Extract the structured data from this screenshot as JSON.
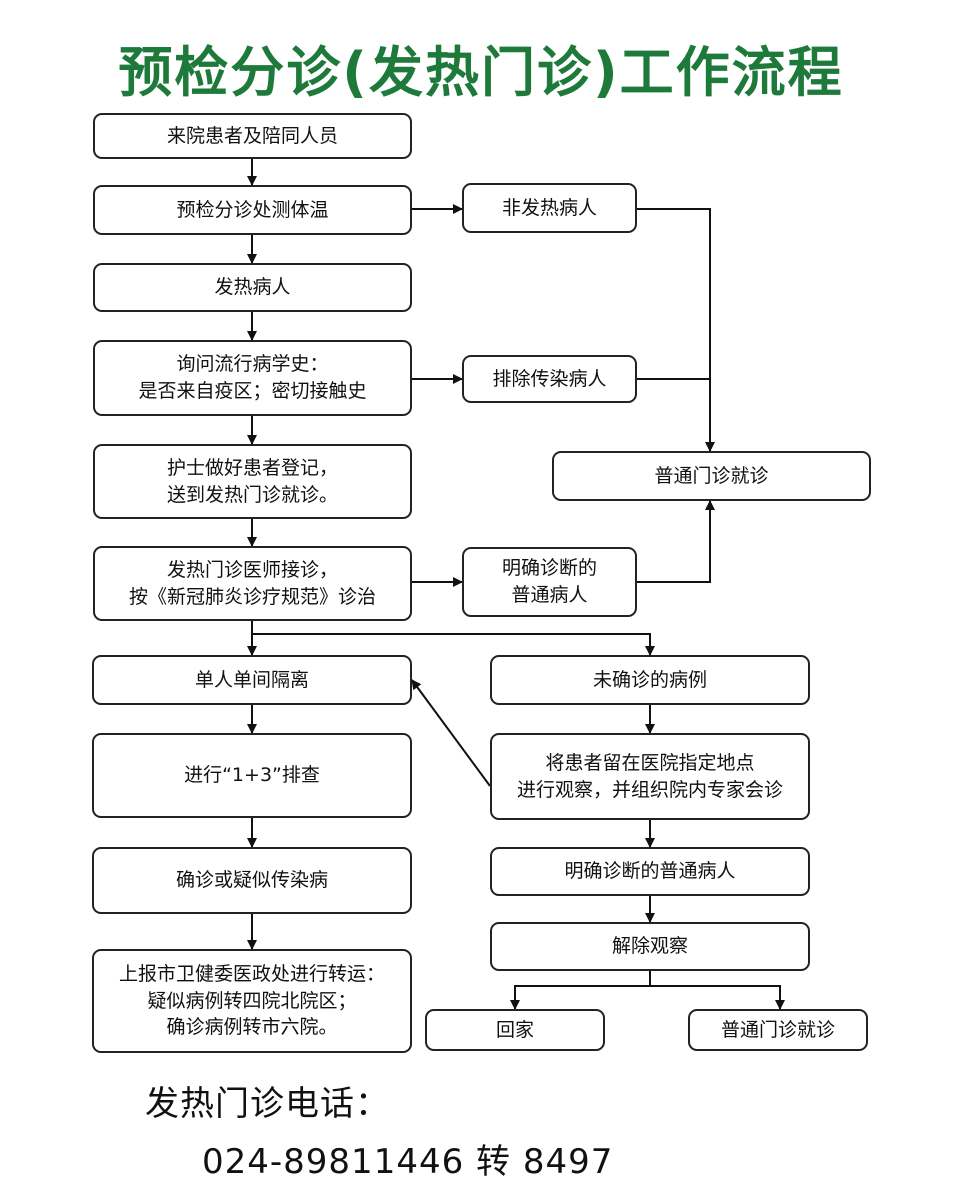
{
  "title": "预检分诊(发热门诊)工作流程",
  "nodes": {
    "arrive": "来院患者及陪同人员",
    "triage_temp": "预检分诊处测体温",
    "non_fever": "非发热病人",
    "fever": "发热病人",
    "epi_history": "询问流行病学史：\n是否来自疫区；密切接触史",
    "exclude_infectious": "排除传染病人",
    "general_clinic_1": "普通门诊就诊",
    "nurse_register": "护士做好患者登记，\n送到发热门诊就诊。",
    "doctor_diagnose": "发热门诊医师接诊，\n按《新冠肺炎诊疗规范》诊治",
    "confirmed_common": "明确诊断的\n普通病人",
    "single_isolation": "单人单间隔离",
    "unconfirmed": "未确诊的病例",
    "screening": "进行“1+3”排查",
    "observe_consult": "将患者留在医院指定地点\n进行观察，并组织院内专家会诊",
    "confirmed_or_suspected": "确诊或疑似传染病",
    "confirmed_common_2": "明确诊断的普通病人",
    "release_observation": "解除观察",
    "report_transfer": "上报市卫健委医政处进行转运：\n疑似病例转四院北院区；\n确诊病例转市六院。",
    "go_home": "回家",
    "general_clinic_2": "普通门诊就诊"
  },
  "contact": {
    "label": "发热门诊电话：",
    "phone": "024-89811446 转 8497"
  }
}
